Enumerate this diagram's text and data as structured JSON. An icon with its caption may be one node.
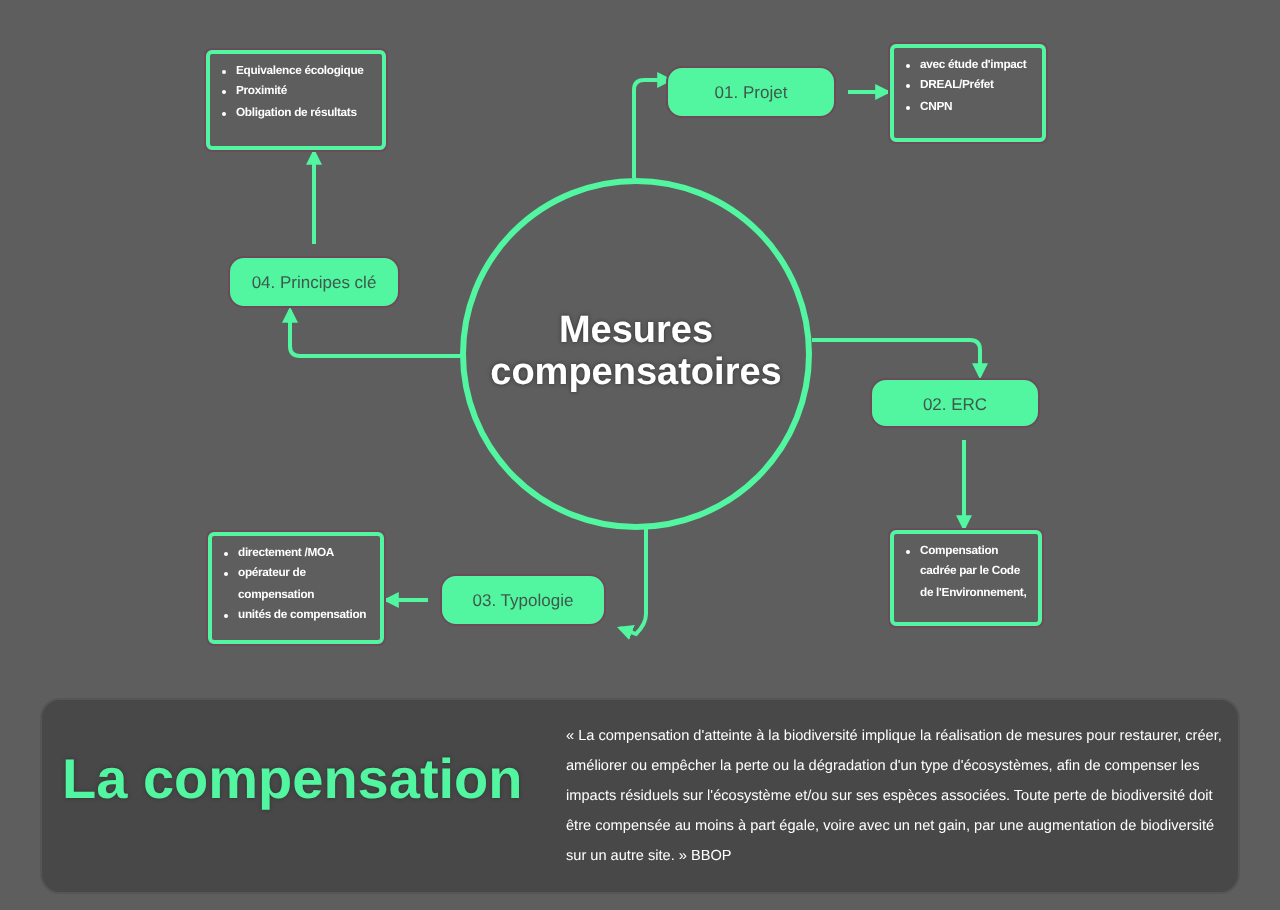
{
  "diagram": {
    "nodes": [
      {
        "text": [
          "Mesures compensatoires"
        ]
      },
      {
        "text": [
          "01. Projet"
        ]
      },
      {
        "text": [
          "avec étude d'impact",
          "DREAL/Préfet",
          "CNPN"
        ]
      },
      {
        "text": [
          "02. ERC"
        ]
      },
      {
        "text": [
          "Compensation cadrée par le Code de l'Environnement,"
        ]
      },
      {
        "text": [
          "03. Typologie"
        ]
      },
      {
        "text": [
          "directement /MOA",
          "opérateur de compensation",
          "unités de compensation"
        ]
      },
      {
        "text": [
          "04. Principes clé"
        ]
      },
      {
        "text": [
          "Equivalence écologique",
          "Proximité",
          "Obligation de résultats"
        ]
      },
      {
        "text": [
          "La compensation",
          "« La compensation d'atteinte à la biodiversité implique la réalisation de mesures pour restaurer, créer, améliorer ou empêcher la perte ou la dégradation d'un type d'écosystèmes, afin de compenser les impacts résiduels sur l'écosystème et/ou sur ses espèces associées. Toute perte de biodiversité doit être compensée au moins à part égale, voire avec un net gain, par une augmentation de biodiversité sur un autre site. » BBOP"
        ]
      }
    ],
    "edges": [
      {
        "from": 0,
        "to": 1,
        "arrow": "to"
      },
      {
        "from": 1,
        "to": 2,
        "arrow": "to"
      },
      {
        "from": 0,
        "to": 3,
        "arrow": "to"
      },
      {
        "from": 3,
        "to": 4,
        "arrow": "to"
      },
      {
        "from": 0,
        "to": 5,
        "arrow": "to"
      },
      {
        "from": 5,
        "to": 6,
        "arrow": "to"
      },
      {
        "from": 0,
        "to": 7,
        "arrow": "to"
      },
      {
        "from": 7,
        "to": 8,
        "arrow": "to"
      }
    ]
  }
}
